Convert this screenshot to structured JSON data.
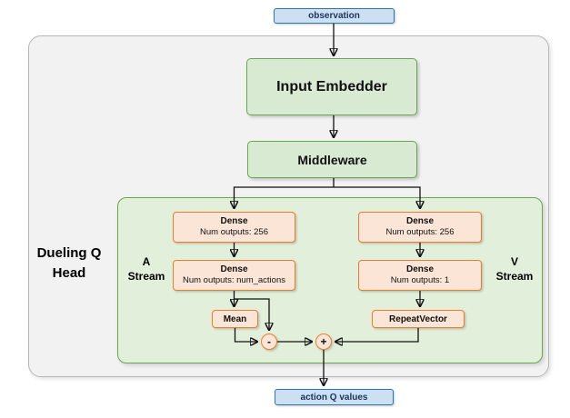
{
  "colors": {
    "blue_fill": "#cde0f2",
    "blue_border": "#2e75b6",
    "blue_text": "#17365d",
    "green_fill": "#d9ead3",
    "green_border": "#6aa84f",
    "green_container_fill": "#e2efda",
    "orange_fill": "#fbe5d6",
    "orange_border": "#ec7c30",
    "gray_fill": "#f2f2f2",
    "gray_border": "#b7b7b7",
    "arrow_color": "#111111"
  },
  "nodes": {
    "observation": "observation",
    "input_embedder": "Input Embedder",
    "middleware": "Middleware",
    "action_q_values": "action Q values"
  },
  "head": {
    "title": "Dueling Q Head",
    "a_stream_label": "A Stream",
    "v_stream_label": "V Stream",
    "a_dense_1": {
      "title": "Dense",
      "subtitle": "Num outputs: 256"
    },
    "a_dense_2": {
      "title": "Dense",
      "subtitle": "Num outputs: num_actions"
    },
    "mean": "Mean",
    "v_dense_1": {
      "title": "Dense",
      "subtitle": "Num outputs: 256"
    },
    "v_dense_2": {
      "title": "Dense",
      "subtitle": "Num outputs: 1"
    },
    "repeat_vector": "RepeatVector",
    "subtract_op": "-",
    "add_op": "+"
  }
}
